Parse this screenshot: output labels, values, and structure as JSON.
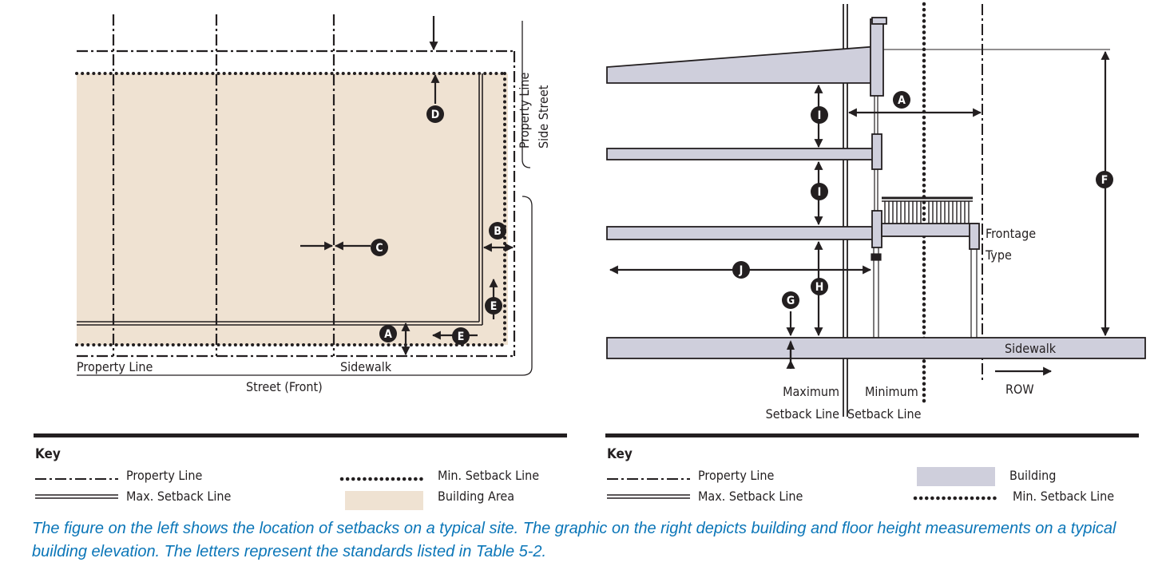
{
  "site_plan": {
    "labels": {
      "property_line_top": "Property Line",
      "side_street": "Side Street",
      "property_line_bottom": "Property Line",
      "sidewalk": "Sidewalk",
      "street_front": "Street (Front)"
    },
    "markers": [
      "A",
      "B",
      "C",
      "D",
      "E",
      "E"
    ],
    "colors": {
      "building_area": "#efe2d2",
      "marker": "#231f20"
    }
  },
  "elevation": {
    "labels": {
      "frontage_type_1": "Frontage",
      "frontage_type_2": "Type",
      "sidewalk": "Sidewalk",
      "row": "ROW",
      "max_setback_1": "Maximum",
      "max_setback_2": "Setback Line",
      "min_setback_1": "Minimum",
      "min_setback_2": "Setback Line"
    },
    "markers": [
      "A",
      "F",
      "G",
      "H",
      "I",
      "I",
      "J"
    ],
    "colors": {
      "building": "#cfcfdc"
    }
  },
  "key_left": {
    "title": "Key",
    "items": [
      "Property Line",
      "Max. Setback Line",
      "Min. Setback Line",
      "Building Area"
    ]
  },
  "key_right": {
    "title": "Key",
    "items": [
      "Property Line",
      "Max. Setback Line",
      "Building",
      "Min. Setback Line"
    ]
  },
  "caption": "The figure on the left shows the location of setbacks on a typical site. The graphic on the right depicts building and floor height measurements on a typical building elevation. The letters represent the standards listed in Table 5-2."
}
